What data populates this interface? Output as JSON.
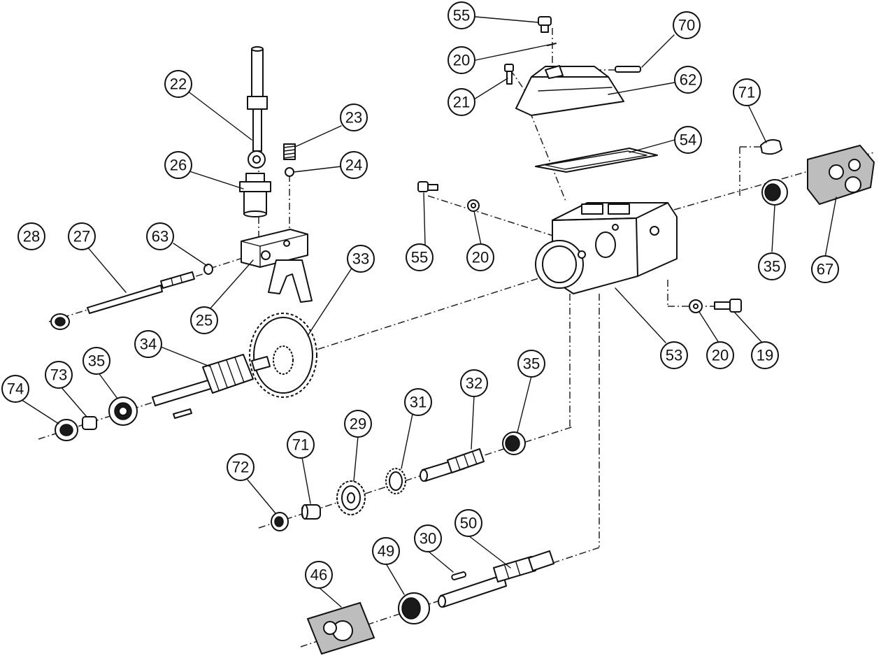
{
  "diagram": {
    "type": "exploded-parts-view",
    "callouts": [
      {
        "id": "c55a",
        "label": "55"
      },
      {
        "id": "c70",
        "label": "70"
      },
      {
        "id": "c20a",
        "label": "20"
      },
      {
        "id": "c62",
        "label": "62"
      },
      {
        "id": "c21",
        "label": "21"
      },
      {
        "id": "c71a",
        "label": "71"
      },
      {
        "id": "c54",
        "label": "54"
      },
      {
        "id": "c22",
        "label": "22"
      },
      {
        "id": "c23",
        "label": "23"
      },
      {
        "id": "c24",
        "label": "24"
      },
      {
        "id": "c26",
        "label": "26"
      },
      {
        "id": "c28",
        "label": "28"
      },
      {
        "id": "c27",
        "label": "27"
      },
      {
        "id": "c63",
        "label": "63"
      },
      {
        "id": "c33",
        "label": "33"
      },
      {
        "id": "c55b",
        "label": "55"
      },
      {
        "id": "c20b",
        "label": "20"
      },
      {
        "id": "c35a",
        "label": "35"
      },
      {
        "id": "c67",
        "label": "67"
      },
      {
        "id": "c25",
        "label": "25"
      },
      {
        "id": "c34",
        "label": "34"
      },
      {
        "id": "c53",
        "label": "53"
      },
      {
        "id": "c20c",
        "label": "20"
      },
      {
        "id": "c19",
        "label": "19"
      },
      {
        "id": "c74",
        "label": "74"
      },
      {
        "id": "c73",
        "label": "73"
      },
      {
        "id": "c35b",
        "label": "35"
      },
      {
        "id": "c32",
        "label": "32"
      },
      {
        "id": "c35c",
        "label": "35"
      },
      {
        "id": "c31",
        "label": "31"
      },
      {
        "id": "c29",
        "label": "29"
      },
      {
        "id": "c71b",
        "label": "71"
      },
      {
        "id": "c72",
        "label": "72"
      },
      {
        "id": "c50",
        "label": "50"
      },
      {
        "id": "c30",
        "label": "30"
      },
      {
        "id": "c49",
        "label": "49"
      },
      {
        "id": "c46",
        "label": "46"
      }
    ]
  }
}
